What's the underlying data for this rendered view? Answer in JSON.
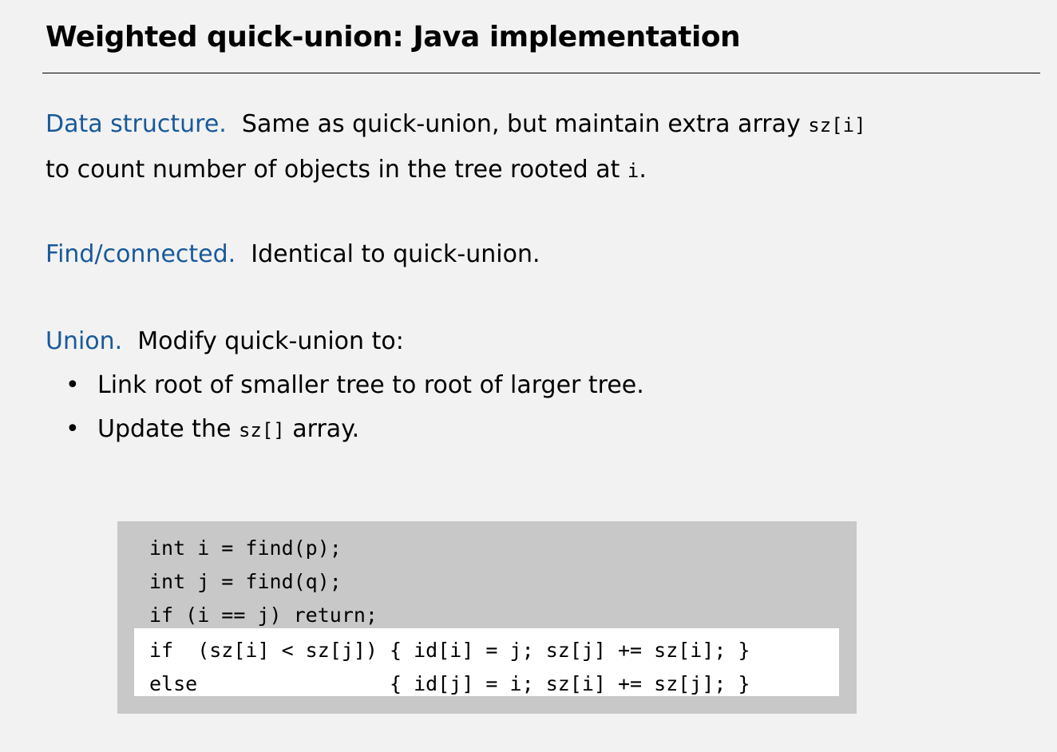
{
  "title": "Weighted quick-union:  Java implementation",
  "data_structure": {
    "heading": "Data structure.",
    "text1": "  Same as quick-union, but maintain extra array ",
    "code1": "sz[i]",
    "text2": "to count number of objects in the tree rooted at ",
    "code2": "i",
    "text3": "."
  },
  "find": {
    "heading": "Find/connected.",
    "text": "  Identical to quick-union."
  },
  "union": {
    "heading": "Union.",
    "text": "  Modify quick-union to:",
    "bullet_char": "•",
    "bullet1": "Link root of smaller tree to root of larger tree.",
    "bullet2_pre": "Update the ",
    "bullet2_code": "sz[]",
    "bullet2_post": " array."
  },
  "code": {
    "line1": "int i = find(p);",
    "line2": "int j = find(q);",
    "line3": "if (i == j) return;",
    "line4": "if  (sz[i] < sz[j]) { id[i] = j; sz[j] += sz[i]; }",
    "line5": "else                { id[j] = i; sz[i] += sz[j]; }"
  },
  "colors": {
    "heading_blue": "#185a9a",
    "background": "#f2f2f2",
    "code_box": "#c8c8c8",
    "highlight": "#ffffff"
  }
}
